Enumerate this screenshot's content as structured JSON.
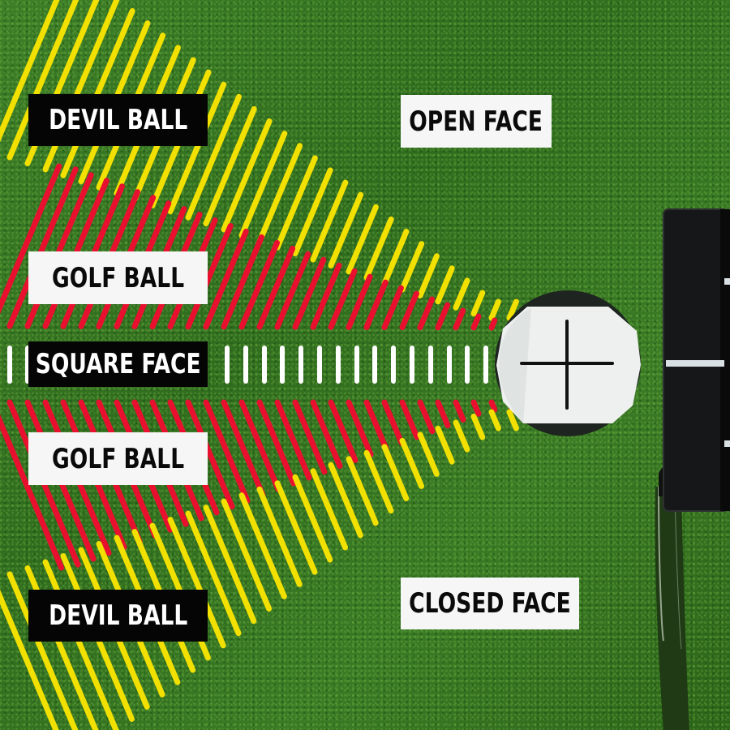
{
  "labels": {
    "devil_ball_top": "DEVIL BALL",
    "open_face": "OPEN FACE",
    "golf_ball_top": "GOLF BALL",
    "square_face": "SQUARE FACE",
    "golf_ball_bottom": "GOLF BALL",
    "devil_ball_bottom": "DEVIL BALL",
    "closed_face": "CLOSED FACE"
  },
  "colors": {
    "devil_ball_lines": "#f2e100",
    "golf_ball_lines": "#e8102e",
    "square_face_lines": "#ffffff",
    "grass": "#2f6b1f",
    "label_dark_bg": "#050505",
    "label_light_bg": "#f6f6f6"
  },
  "icons": {
    "ball": "alignment-ball-icon",
    "putter": "putter-icon",
    "crosshair": "crosshair-icon"
  }
}
